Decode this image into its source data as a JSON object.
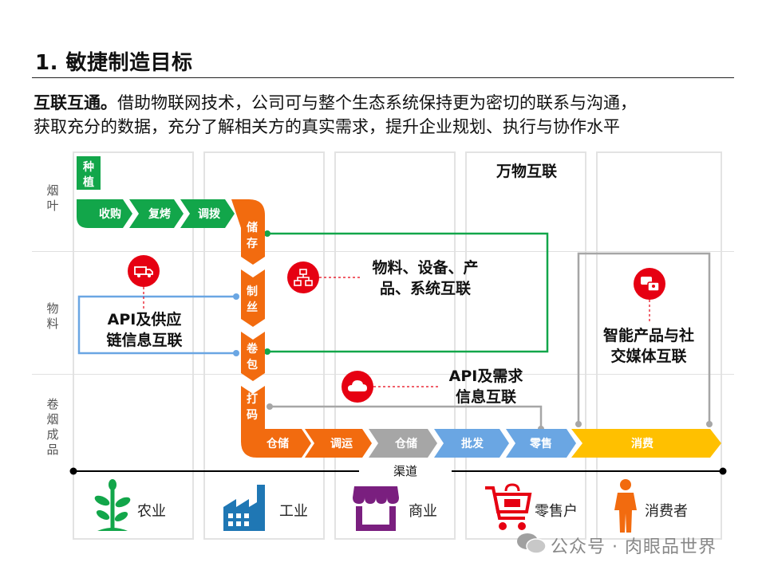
{
  "title": "1. 敏捷制造目标",
  "intro": {
    "lead": "互联互通。",
    "line1_rest": "借助物联网技术，公司可与整个生态系统保持更为密切的联系与沟通，",
    "line2": "获取充分的数据，充分了解相关方的真实需求，提升企业规划、执行与协作水平"
  },
  "rows": [
    "烟叶",
    "物料",
    "卷烟成品"
  ],
  "stages": {
    "tobacco_plant": "种植",
    "tobacco_chain": [
      "收购",
      "复烤",
      "调拨"
    ],
    "vertical": [
      "储存",
      "制丝",
      "卷包",
      "打码"
    ],
    "product_chain": [
      "仓储",
      "调运",
      "仓储",
      "批发",
      "零售",
      "消费"
    ]
  },
  "labels": {
    "wanwu": "万物互联",
    "material": [
      "物料、设备、产",
      "品、系统互联"
    ],
    "api_supply": [
      "API及供应",
      "链信息互联"
    ],
    "api_demand": [
      "API及需求",
      "信息互联"
    ],
    "smart_social": [
      "智能产品与社",
      "交媒体互联"
    ],
    "channel": "渠道"
  },
  "sectors": [
    "农业",
    "工业",
    "商业",
    "零售户",
    "消费者"
  ],
  "icons": [
    "truck-icon",
    "network-icon",
    "cloud-icon",
    "chat-icon",
    "plant-icon",
    "factory-icon",
    "shop-icon",
    "cart-icon",
    "person-icon",
    "wechat-icon"
  ],
  "watermark": "公众号 · 肉眼品世界",
  "colors": {
    "green": "#12a64a",
    "orange": "#f26b0f",
    "gray": "#a6a6a6",
    "blue": "#6aa6e3",
    "yellow": "#ffc000",
    "red": "#e60012",
    "purple": "#7a1f7f",
    "factory_blue": "#1f77b4"
  }
}
